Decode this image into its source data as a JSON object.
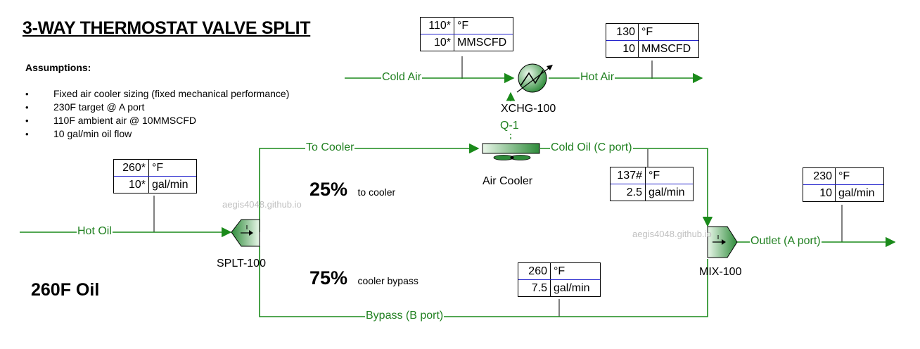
{
  "title": "3-WAY THERMOSTAT VALVE SPLIT",
  "assumptions": {
    "heading": "Assumptions:",
    "items": [
      "Fixed air cooler sizing (fixed mechanical performance)",
      "230F target @ A port",
      "110F ambient air @ 10MMSCFD",
      "10 gal/min oil flow"
    ]
  },
  "big_label": "260F Oil",
  "splits": {
    "cooler": {
      "percent": "25%",
      "label": "to cooler"
    },
    "bypass": {
      "percent": "75%",
      "label": "cooler bypass"
    }
  },
  "equipment": {
    "heat_exchanger": "XCHG-100",
    "energy_stream": "Q-1",
    "air_cooler": "Air Cooler",
    "splitter": "SPLT-100",
    "mixer": "MIX-100"
  },
  "streams": {
    "cold_air": "Cold Air",
    "hot_air": "Hot Air",
    "hot_oil": "Hot Oil",
    "to_cooler": "To Cooler",
    "cold_oil": "Cold Oil (C port)",
    "outlet": "Outlet (A port)",
    "bypass": "Bypass (B port)"
  },
  "tables": {
    "cold_air": {
      "rows": [
        {
          "value": "110*",
          "unit": "°F"
        },
        {
          "value": "10*",
          "unit": "MMSCFD"
        }
      ]
    },
    "hot_air": {
      "rows": [
        {
          "value": "130",
          "unit": "°F"
        },
        {
          "value": "10",
          "unit": "MMSCFD"
        }
      ]
    },
    "hot_oil": {
      "rows": [
        {
          "value": "260*",
          "unit": "°F"
        },
        {
          "value": "10*",
          "unit": "gal/min"
        }
      ]
    },
    "cold_oil": {
      "rows": [
        {
          "value": "137#",
          "unit": "°F"
        },
        {
          "value": "2.5",
          "unit": "gal/min"
        }
      ]
    },
    "outlet": {
      "rows": [
        {
          "value": "230",
          "unit": "°F"
        },
        {
          "value": "10",
          "unit": "gal/min"
        }
      ]
    },
    "bypass": {
      "rows": [
        {
          "value": "260",
          "unit": "°F"
        },
        {
          "value": "7.5",
          "unit": "gal/min"
        }
      ]
    }
  },
  "watermarks": [
    "aegis4048.github.io",
    "aegis4048.github.io"
  ],
  "colors": {
    "stream_line": "#1a8a1a",
    "equipment_dark": "#2e8b3a",
    "equipment_light": "#e6f5e6",
    "energy_line": "#2a8a2a",
    "table_divider": "#2222cc"
  }
}
